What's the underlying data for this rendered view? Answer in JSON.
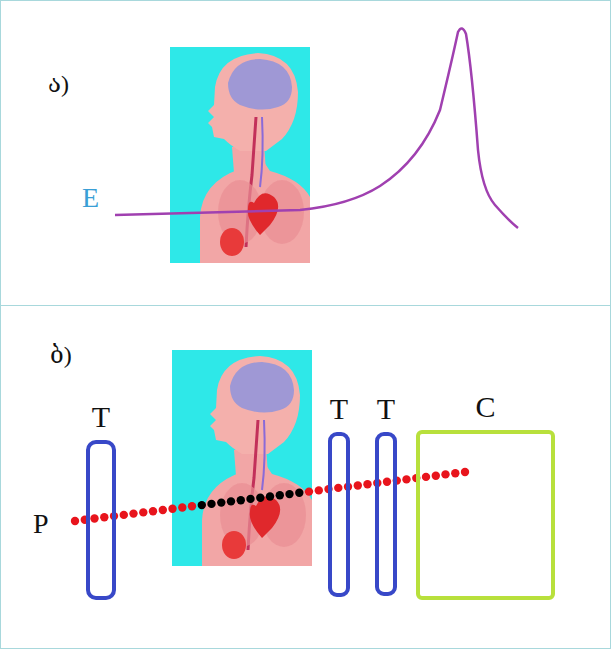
{
  "diagram": {
    "nodes": [
      {
        "text": [
          "T"
        ]
      },
      {
        "text": [
          "T"
        ]
      },
      {
        "text": [
          "T"
        ]
      },
      {
        "text": [
          "C"
        ]
      }
    ],
    "labels": [
      "ა)",
      "E",
      "ბ)",
      "P"
    ]
  }
}
